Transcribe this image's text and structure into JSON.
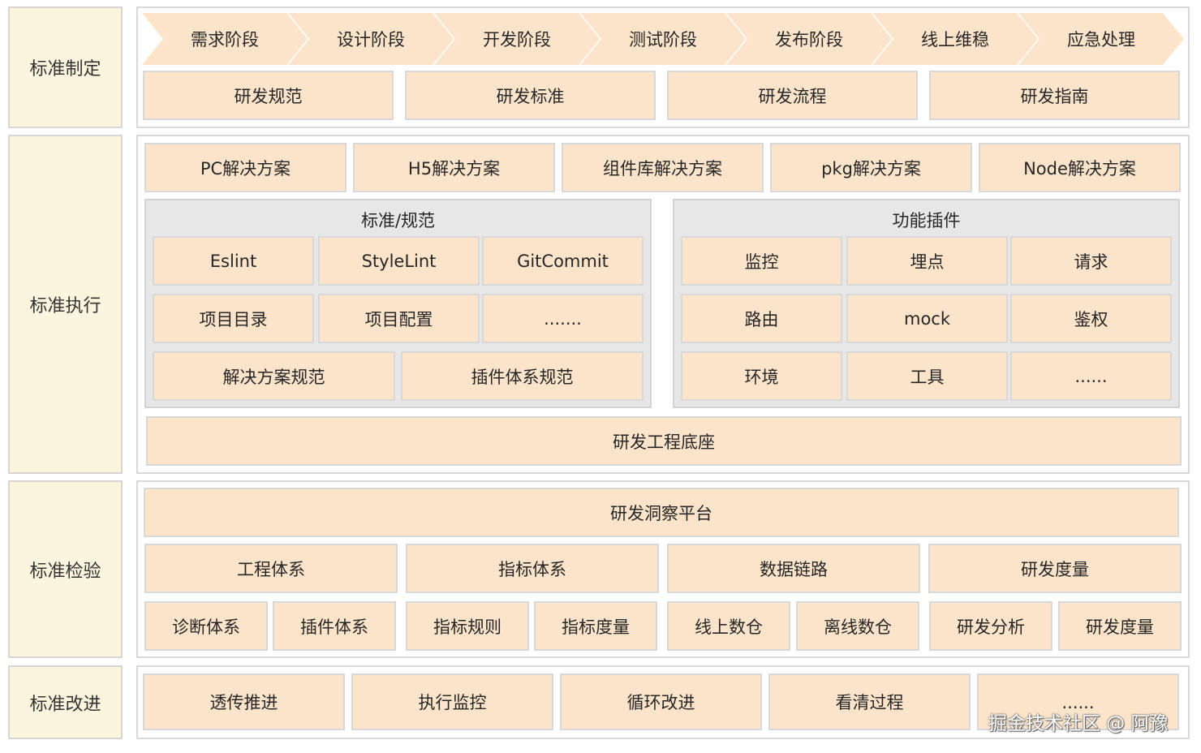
{
  "sections": {
    "standard_making": "标准制定",
    "standard_execution": "标准执行",
    "standard_inspection": "标准检验",
    "standard_improvement": "标准改进"
  },
  "stages": [
    "需求阶段",
    "设计阶段",
    "开发阶段",
    "测试阶段",
    "发布阶段",
    "线上维稳",
    "应急处理"
  ],
  "making_boxes": [
    "研发规范",
    "研发标准",
    "研发流程",
    "研发指南"
  ],
  "solutions": [
    "PC解决方案",
    "H5解决方案",
    "组件库解决方案",
    "pkg解决方案",
    "Node解决方案"
  ],
  "standards_group": {
    "title": "标准/规范",
    "row1": [
      "Eslint",
      "StyleLint",
      "GitCommit"
    ],
    "row2": [
      "项目目录",
      "项目配置",
      "......."
    ],
    "row3": [
      "解决方案规范",
      "插件体系规范"
    ]
  },
  "plugins_group": {
    "title": "功能插件",
    "row1": [
      "监控",
      "埋点",
      "请求"
    ],
    "row2": [
      "路由",
      "mock",
      "鉴权"
    ],
    "row3": [
      "环境",
      "工具",
      "......"
    ]
  },
  "base": "研发工程底座",
  "inspection": {
    "platform": "研发洞察平台",
    "systems": [
      "工程体系",
      "指标体系",
      "数据链路",
      "研发度量"
    ],
    "details": [
      "诊断体系",
      "插件体系",
      "指标规则",
      "指标度量",
      "线上数仓",
      "离线数仓",
      "研发分析",
      "研发度量"
    ]
  },
  "improvement": [
    "透传推进",
    "执行监控",
    "循环改进",
    "看清过程",
    "......"
  ],
  "watermark": "掘金技术社区 @ 阿豫",
  "colors": {
    "box_fill": "#fbe4c9",
    "label_fill": "#fbf5dd",
    "group_fill": "#e7e7e7",
    "stage_fill": "#fbe4c9"
  }
}
